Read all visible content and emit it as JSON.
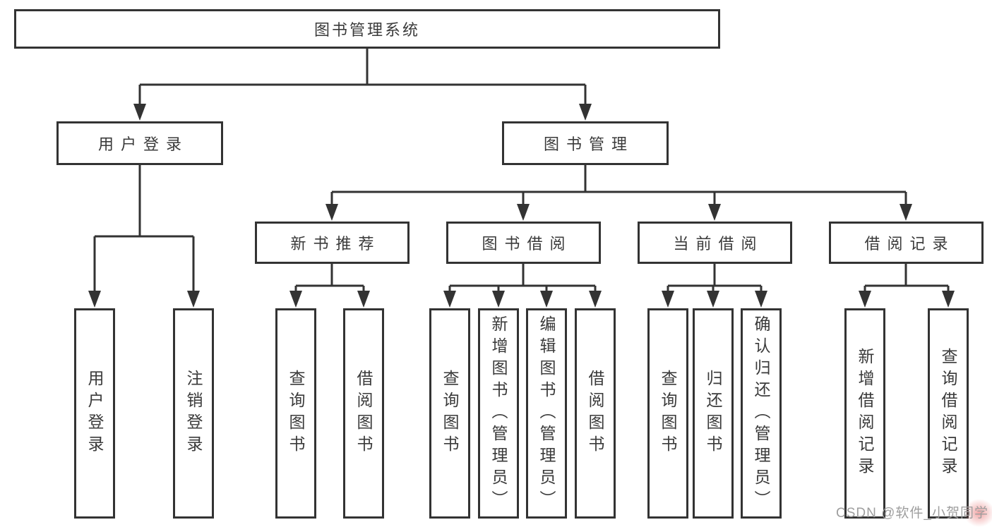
{
  "diagram": {
    "type": "tree",
    "root": {
      "label": "图书管理系统",
      "children": [
        {
          "label": "用户登录",
          "children": [
            {
              "label": "用户登录"
            },
            {
              "label": "注销登录"
            }
          ]
        },
        {
          "label": "图书管理",
          "children": [
            {
              "label": "新书推荐",
              "children": [
                {
                  "label": "查询图书"
                },
                {
                  "label": "借阅图书"
                }
              ]
            },
            {
              "label": "图书借阅",
              "children": [
                {
                  "label": "查询图书"
                },
                {
                  "label": "新增图书（管理员）"
                },
                {
                  "label": "编辑图书（管理员）"
                },
                {
                  "label": "借阅图书"
                }
              ]
            },
            {
              "label": "当前借阅",
              "children": [
                {
                  "label": "查询图书"
                },
                {
                  "label": "归还图书"
                },
                {
                  "label": "确认归还（管理员）"
                }
              ]
            },
            {
              "label": "借阅记录",
              "children": [
                {
                  "label": "新增借阅记录"
                },
                {
                  "label": "查询借阅记录"
                }
              ]
            }
          ]
        }
      ]
    }
  },
  "watermark": {
    "text": "CSDN @软件_小贺同学"
  },
  "colors": {
    "line": "#333333",
    "text": "#3a3a3a",
    "box_background": "#ffffff",
    "watermark": "#9e9e9e",
    "watermark_accent": "#e86969"
  }
}
